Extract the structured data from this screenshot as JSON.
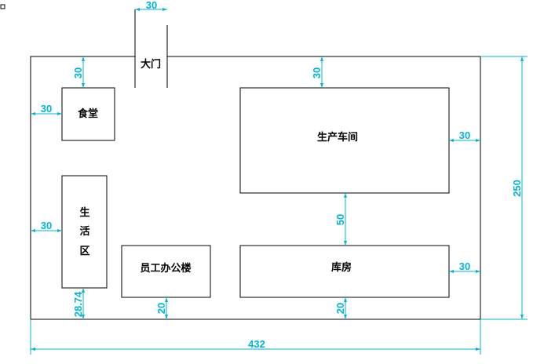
{
  "buildings": {
    "gate": "大门",
    "canteen": "食堂",
    "workshop": "生产车间",
    "living_1": "生",
    "living_2": "活",
    "living_3": "区",
    "office": "员工办公楼",
    "warehouse": "库房"
  },
  "dimensions": {
    "gate_width": "30",
    "canteen_top": "30",
    "canteen_left": "30",
    "workshop_top": "30",
    "workshop_right": "30",
    "living_left": "30",
    "living_bottom": "28.74",
    "workshop_warehouse_gap": "50",
    "warehouse_right": "30",
    "office_bottom": "20",
    "warehouse_bottom": "20",
    "total_width": "432",
    "total_height": "250"
  },
  "colors": {
    "dimension": "#00b4d8",
    "outline": "#000000"
  }
}
